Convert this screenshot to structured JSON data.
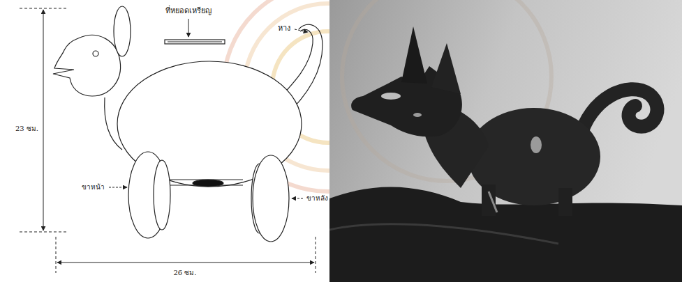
{
  "diagram": {
    "labels": [
      "ที่หยอดเหรียญ",
      "หาง",
      "23 ซม.",
      "ขาหน้า",
      "ขาหลัง",
      "26 ซม."
    ]
  }
}
